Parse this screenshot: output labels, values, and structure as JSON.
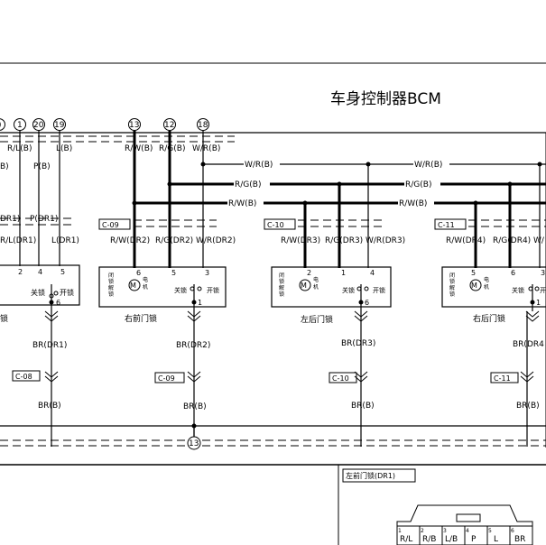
{
  "bcm_title": "车身控制器BCM",
  "pins_top": [
    "1",
    "20",
    "19",
    "13",
    "12",
    "18"
  ],
  "partial_left_pin": ")",
  "wire_labels_top": {
    "rl_b": "R/L(B)",
    "p_b": "P(B)",
    "l_b": "L(B)",
    "rw_b": "R/W(B)",
    "rg_b": "R/G(B)",
    "wr_b": "W/R(B)",
    "left_b": "B)"
  },
  "bus_labels": {
    "wr_1": "W/R(B)",
    "wr_2": "W/R(B)",
    "rg_1": "R/G(B)",
    "rg_2": "R/G(B)",
    "rw_1": "R/W(B)",
    "rw_2": "R/W(B)"
  },
  "door_units": [
    {
      "connector": "",
      "wire_labels": [
        "R/L(DR1)",
        "L(DR1)",
        "P(DR1)",
        "DR1)"
      ],
      "pins": [
        "2",
        "4",
        "5",
        "6"
      ],
      "name": "锁",
      "ground_label": "BR(DR1)",
      "ground_connector": "C-08",
      "ground_wire": "BR(B)"
    },
    {
      "connector": "C-09",
      "wire_labels": [
        "R/W(DR2)",
        "R/G(DR2)",
        "W/R(DR2)"
      ],
      "pins": [
        "6",
        "5",
        "3",
        "1"
      ],
      "name": "右前门锁",
      "ground_label": "BR(DR2)",
      "ground_connector": "C-09",
      "ground_wire": "BR(B)"
    },
    {
      "connector": "C-10",
      "wire_labels": [
        "R/W(DR3)",
        "R/G(DR3)",
        "W/R(DR3)"
      ],
      "pins": [
        "2",
        "1",
        "4",
        "6"
      ],
      "name": "左后门锁",
      "ground_label": "BR(DR3)",
      "ground_connector": "C-10",
      "ground_wire": "BR(B)"
    },
    {
      "connector": "C-11",
      "wire_labels": [
        "R/W(DR4)",
        "R/G(DR4)",
        "W/"
      ],
      "pins": [
        "5",
        "6",
        "3",
        "1"
      ],
      "name": "右后门锁",
      "ground_label": "BR(DR4",
      "ground_connector": "C-11",
      "ground_wire": "BR(B)"
    }
  ],
  "motor_texts": [
    "闭",
    "锁",
    "解",
    "锁",
    "电",
    "机"
  ],
  "switch_labels": {
    "close": "关锁",
    "open": "开锁"
  },
  "ground_pin": "13",
  "connector_view": {
    "title": "左前门锁(DR1)",
    "pin_numbers": [
      "1",
      "2",
      "3",
      "4",
      "5",
      "6"
    ],
    "wire_labels": [
      "R/L",
      "R/B",
      "L/B",
      "P",
      "L",
      "BR"
    ]
  }
}
